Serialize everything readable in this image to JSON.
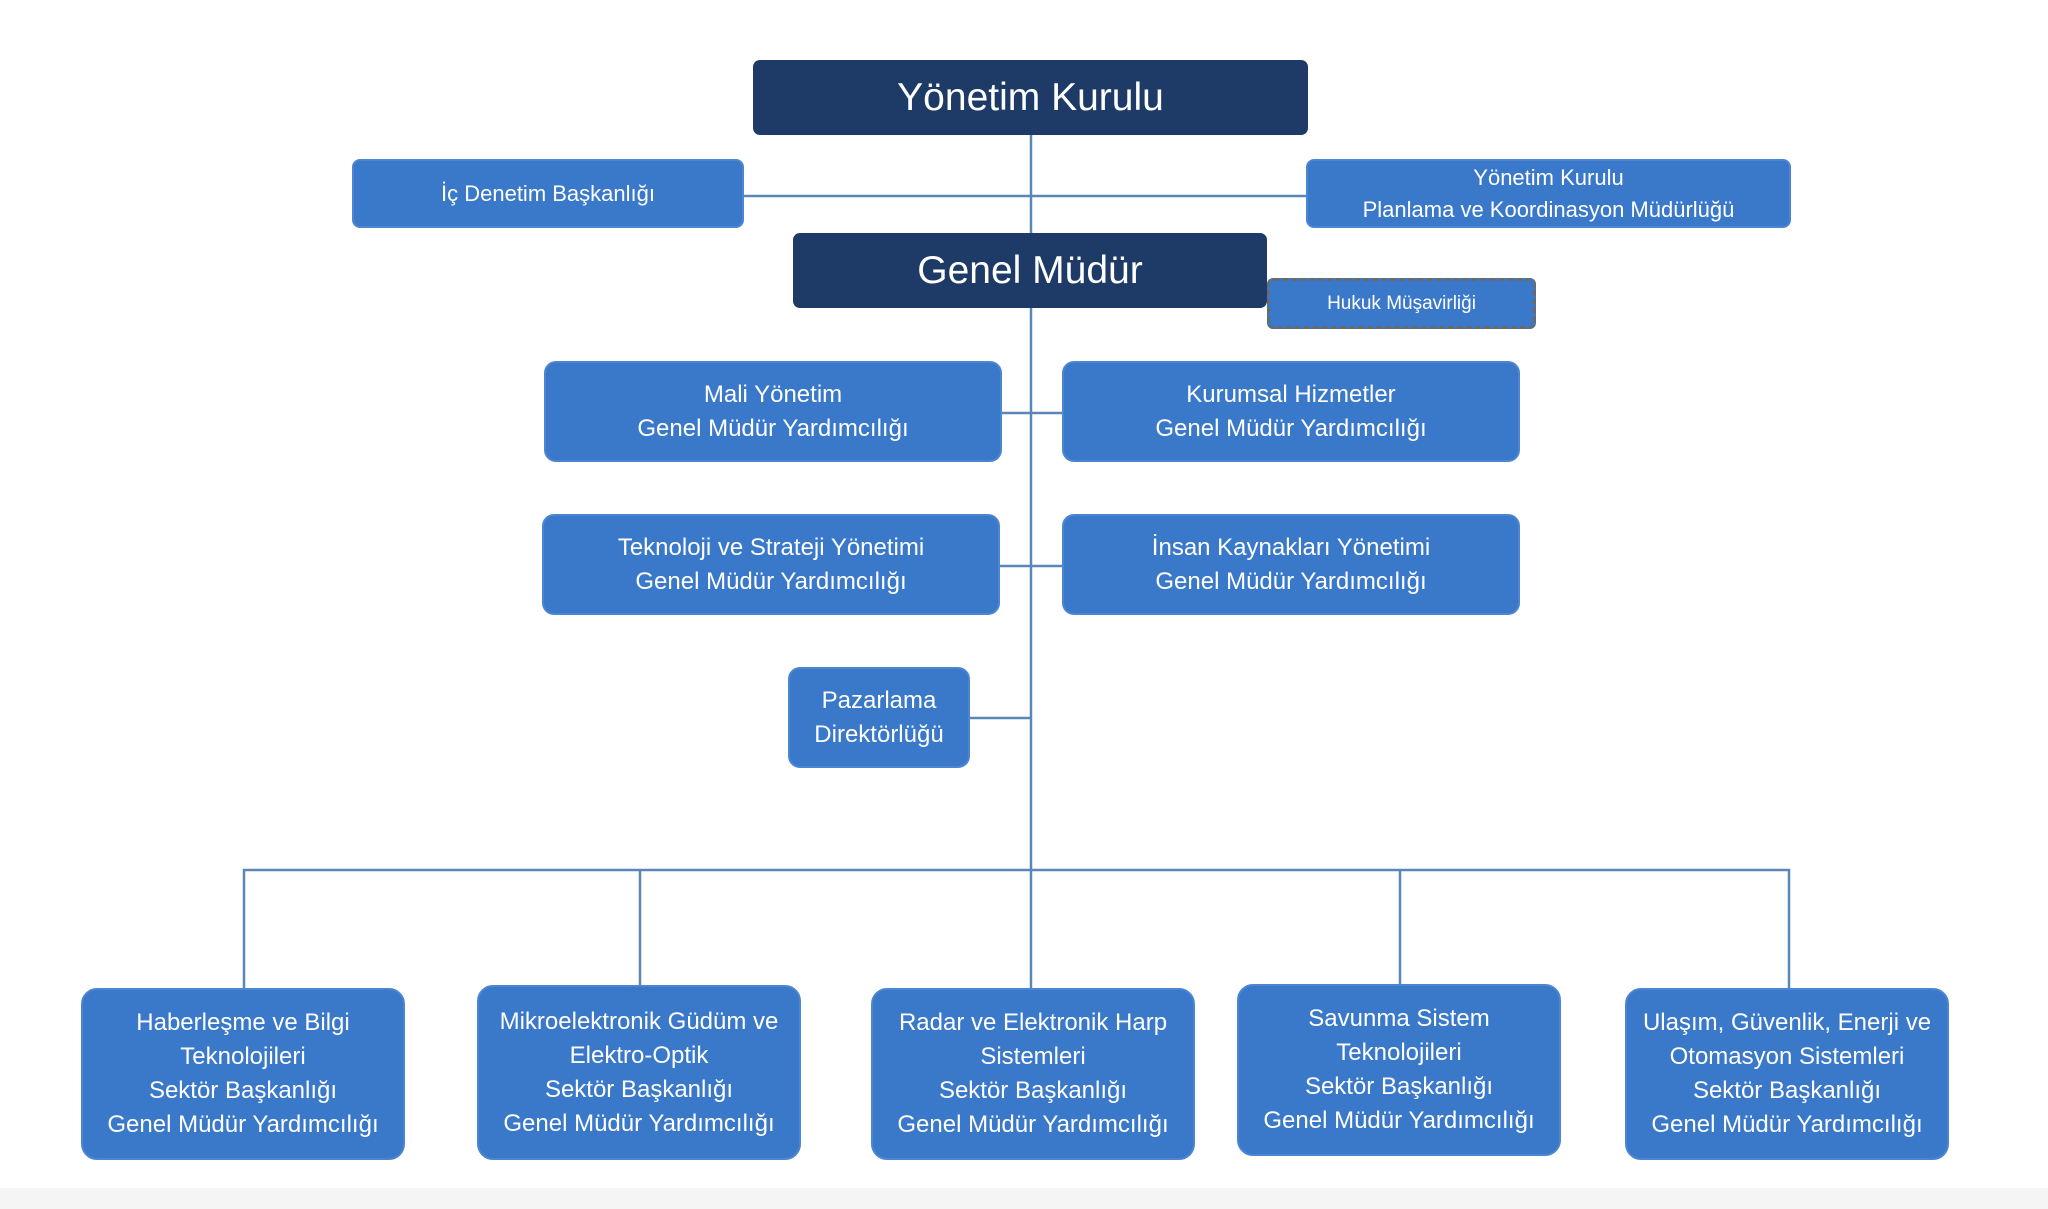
{
  "org_chart": {
    "board": "Yönetim Kurulu",
    "internal_audit": "İç Denetim Başkanlığı",
    "board_planning": [
      "Yönetim Kurulu",
      "Planlama ve Koordinasyon Müdürlüğü"
    ],
    "general_manager": "Genel Müdür",
    "legal_counsel": "Hukuk Müşavirliği",
    "finance": [
      "Mali Yönetim",
      "Genel Müdür Yardımcılığı"
    ],
    "corporate_services": [
      "Kurumsal Hizmetler",
      "Genel Müdür Yardımcılığı"
    ],
    "technology_strategy": [
      "Teknoloji ve Strateji Yönetimi",
      "Genel Müdür Yardımcılığı"
    ],
    "human_resources": [
      "İnsan Kaynakları Yönetimi",
      "Genel Müdür Yardımcılığı"
    ],
    "marketing": [
      "Pazarlama",
      "Direktörlüğü"
    ],
    "sectors": [
      [
        "Haberleşme ve Bilgi",
        "Teknolojileri",
        "Sektör Başkanlığı",
        "Genel Müdür Yardımcılığı"
      ],
      [
        "Mikroelektronik Güdüm ve",
        "Elektro-Optik",
        "Sektör Başkanlığı",
        "Genel Müdür Yardımcılığı"
      ],
      [
        "Radar ve Elektronik Harp",
        "Sistemleri",
        "Sektör Başkanlığı",
        "Genel Müdür Yardımcılığı"
      ],
      [
        "Savunma Sistem",
        "Teknolojileri",
        "Sektör Başkanlığı",
        "Genel Müdür Yardımcılığı"
      ],
      [
        "Ulaşım, Güvenlik, Enerji ve",
        "Otomasyon Sistemleri",
        "Sektör Başkanlığı",
        "Genel Müdür Yardımcılığı"
      ]
    ],
    "colors": {
      "dark_box": "#1d3b66",
      "blue_box": "#3a78c9",
      "connector": "#5b87b8",
      "text": "#ffffff"
    }
  }
}
